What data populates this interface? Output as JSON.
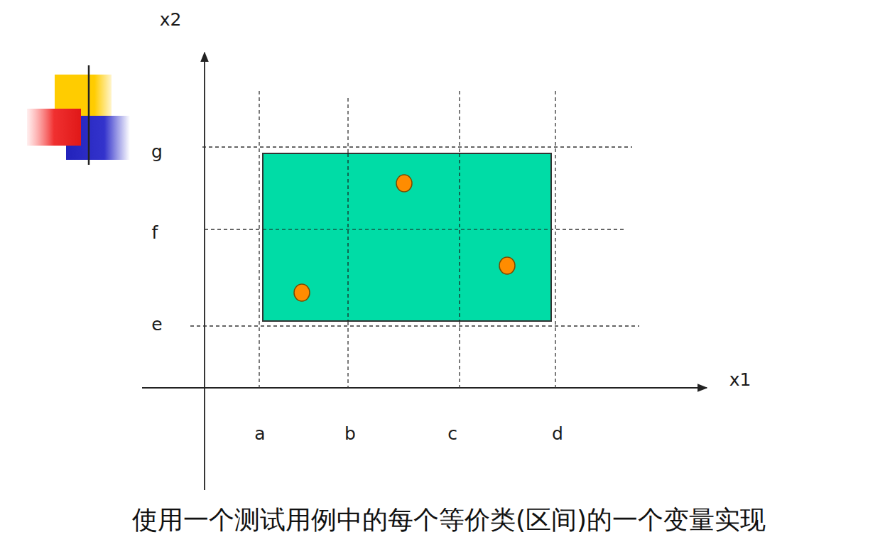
{
  "diagram": {
    "caption": "使用一个测试用例中的每个等价类(区间)的一个变量实现",
    "labels": [
      "x2",
      "x1",
      "a",
      "b",
      "c",
      "d",
      "g",
      "f",
      "e"
    ]
  }
}
